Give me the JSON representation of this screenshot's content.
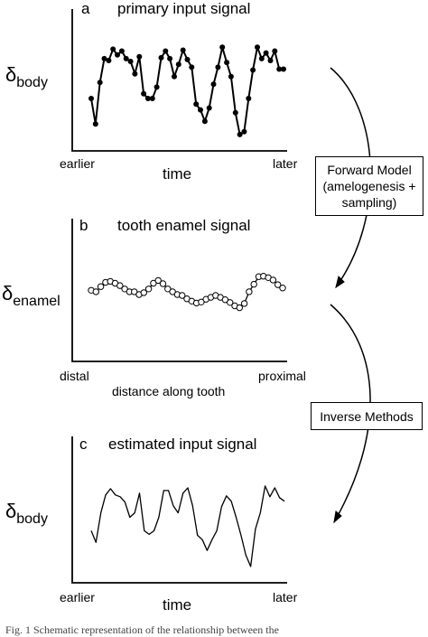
{
  "panel_a": {
    "letter": "a",
    "title": "primary input signal",
    "ylabel_symbol": "δ",
    "ylabel_sub": "body",
    "x_left": "earlier",
    "x_right": "later",
    "xlabel": "time"
  },
  "panel_b": {
    "letter": "b",
    "title": "tooth enamel signal",
    "ylabel_symbol": "δ",
    "ylabel_sub": "enamel",
    "x_left": "distal",
    "x_right": "proximal",
    "xlabel": "distance along tooth"
  },
  "panel_c": {
    "letter": "c",
    "title": "estimated input signal",
    "ylabel_symbol": "δ",
    "ylabel_sub": "body",
    "x_left": "earlier",
    "x_right": "later",
    "xlabel": "time"
  },
  "boxes": {
    "forward_model": [
      "Forward Model",
      "(amelogenesis +",
      "sampling)"
    ],
    "inverse": "Inverse Methods"
  },
  "caption": "Fig. 1  Schematic representation of the relationship between the",
  "chart_data": [
    {
      "type": "line",
      "panel": "a",
      "markers": "filled",
      "values": [
        0.4,
        0.13,
        0.57,
        0.82,
        0.8,
        0.92,
        0.86,
        0.9,
        0.82,
        0.79,
        0.66,
        0.84,
        0.45,
        0.4,
        0.4,
        0.52,
        0.83,
        0.9,
        0.82,
        0.63,
        0.76,
        0.91,
        0.81,
        0.73,
        0.34,
        0.28,
        0.16,
        0.3,
        0.55,
        0.73,
        0.94,
        0.78,
        0.63,
        0.25,
        0.02,
        0.05,
        0.4,
        0.7,
        0.94,
        0.82,
        0.88,
        0.8,
        0.9,
        0.71,
        0.71
      ]
    },
    {
      "type": "line",
      "panel": "b",
      "markers": "open",
      "values": [
        0.59,
        0.56,
        0.67,
        0.76,
        0.78,
        0.74,
        0.69,
        0.62,
        0.56,
        0.56,
        0.5,
        0.54,
        0.62,
        0.74,
        0.8,
        0.73,
        0.62,
        0.56,
        0.5,
        0.48,
        0.41,
        0.36,
        0.32,
        0.34,
        0.4,
        0.44,
        0.48,
        0.44,
        0.39,
        0.33,
        0.26,
        0.22,
        0.31,
        0.56,
        0.72,
        0.88,
        0.89,
        0.86,
        0.81,
        0.71,
        0.64
      ]
    },
    {
      "type": "line",
      "panel": "c",
      "markers": "none",
      "values": [
        0.4,
        0.27,
        0.6,
        0.8,
        0.87,
        0.8,
        0.78,
        0.72,
        0.55,
        0.6,
        0.82,
        0.4,
        0.36,
        0.4,
        0.55,
        0.85,
        0.85,
        0.68,
        0.6,
        0.82,
        0.88,
        0.68,
        0.35,
        0.3,
        0.18,
        0.3,
        0.4,
        0.67,
        0.79,
        0.73,
        0.55,
        0.35,
        0.13,
        0.0,
        0.42,
        0.6,
        0.9,
        0.78,
        0.88,
        0.77,
        0.73
      ]
    }
  ]
}
